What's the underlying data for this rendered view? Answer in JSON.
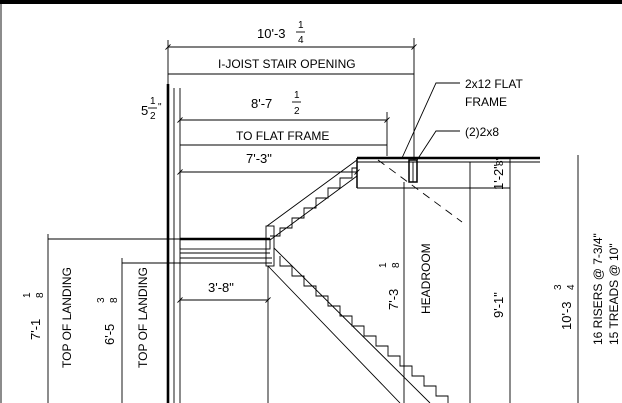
{
  "dimensions": {
    "opening_width": {
      "whole": "10'-3",
      "num": "1",
      "den": "4"
    },
    "to_flat_frame": {
      "whole": "8'-7",
      "num": "1",
      "den": "2"
    },
    "run_top": {
      "text": "7'-3\""
    },
    "run_landing": {
      "text": "3'-8\""
    },
    "post_offset": {
      "whole": "5",
      "num": "1",
      "den": "2",
      "unit": "\""
    },
    "frame_depth": {
      "text": "1'-2\""
    },
    "small_top": {
      "text": "8\""
    },
    "landing_height_1": {
      "whole": "7'-1",
      "num": "1",
      "den": "8"
    },
    "landing_height_2": {
      "whole": "6'-5",
      "num": "3",
      "den": "8"
    },
    "headroom_height": {
      "whole": "7'-3",
      "num": "1",
      "den": "8"
    },
    "clear_height": {
      "text": "9'-1\""
    },
    "total_rise": {
      "whole": "10'-3",
      "num": "3",
      "den": "4"
    }
  },
  "labels": {
    "opening": "I-JOIST STAIR OPENING",
    "to_flat_frame": "TO FLAT FRAME",
    "flat_frame_line1": "2x12 FLAT",
    "flat_frame_line2": "FRAME",
    "double_2x8": "(2)2x8",
    "top_of_landing_1": "TOP OF LANDING",
    "top_of_landing_2": "TOP OF LANDING",
    "headroom": "HEADROOM",
    "risers": "16 RISERS @ 7-3/4\"",
    "treads": "15 TREADS @ 10\""
  }
}
